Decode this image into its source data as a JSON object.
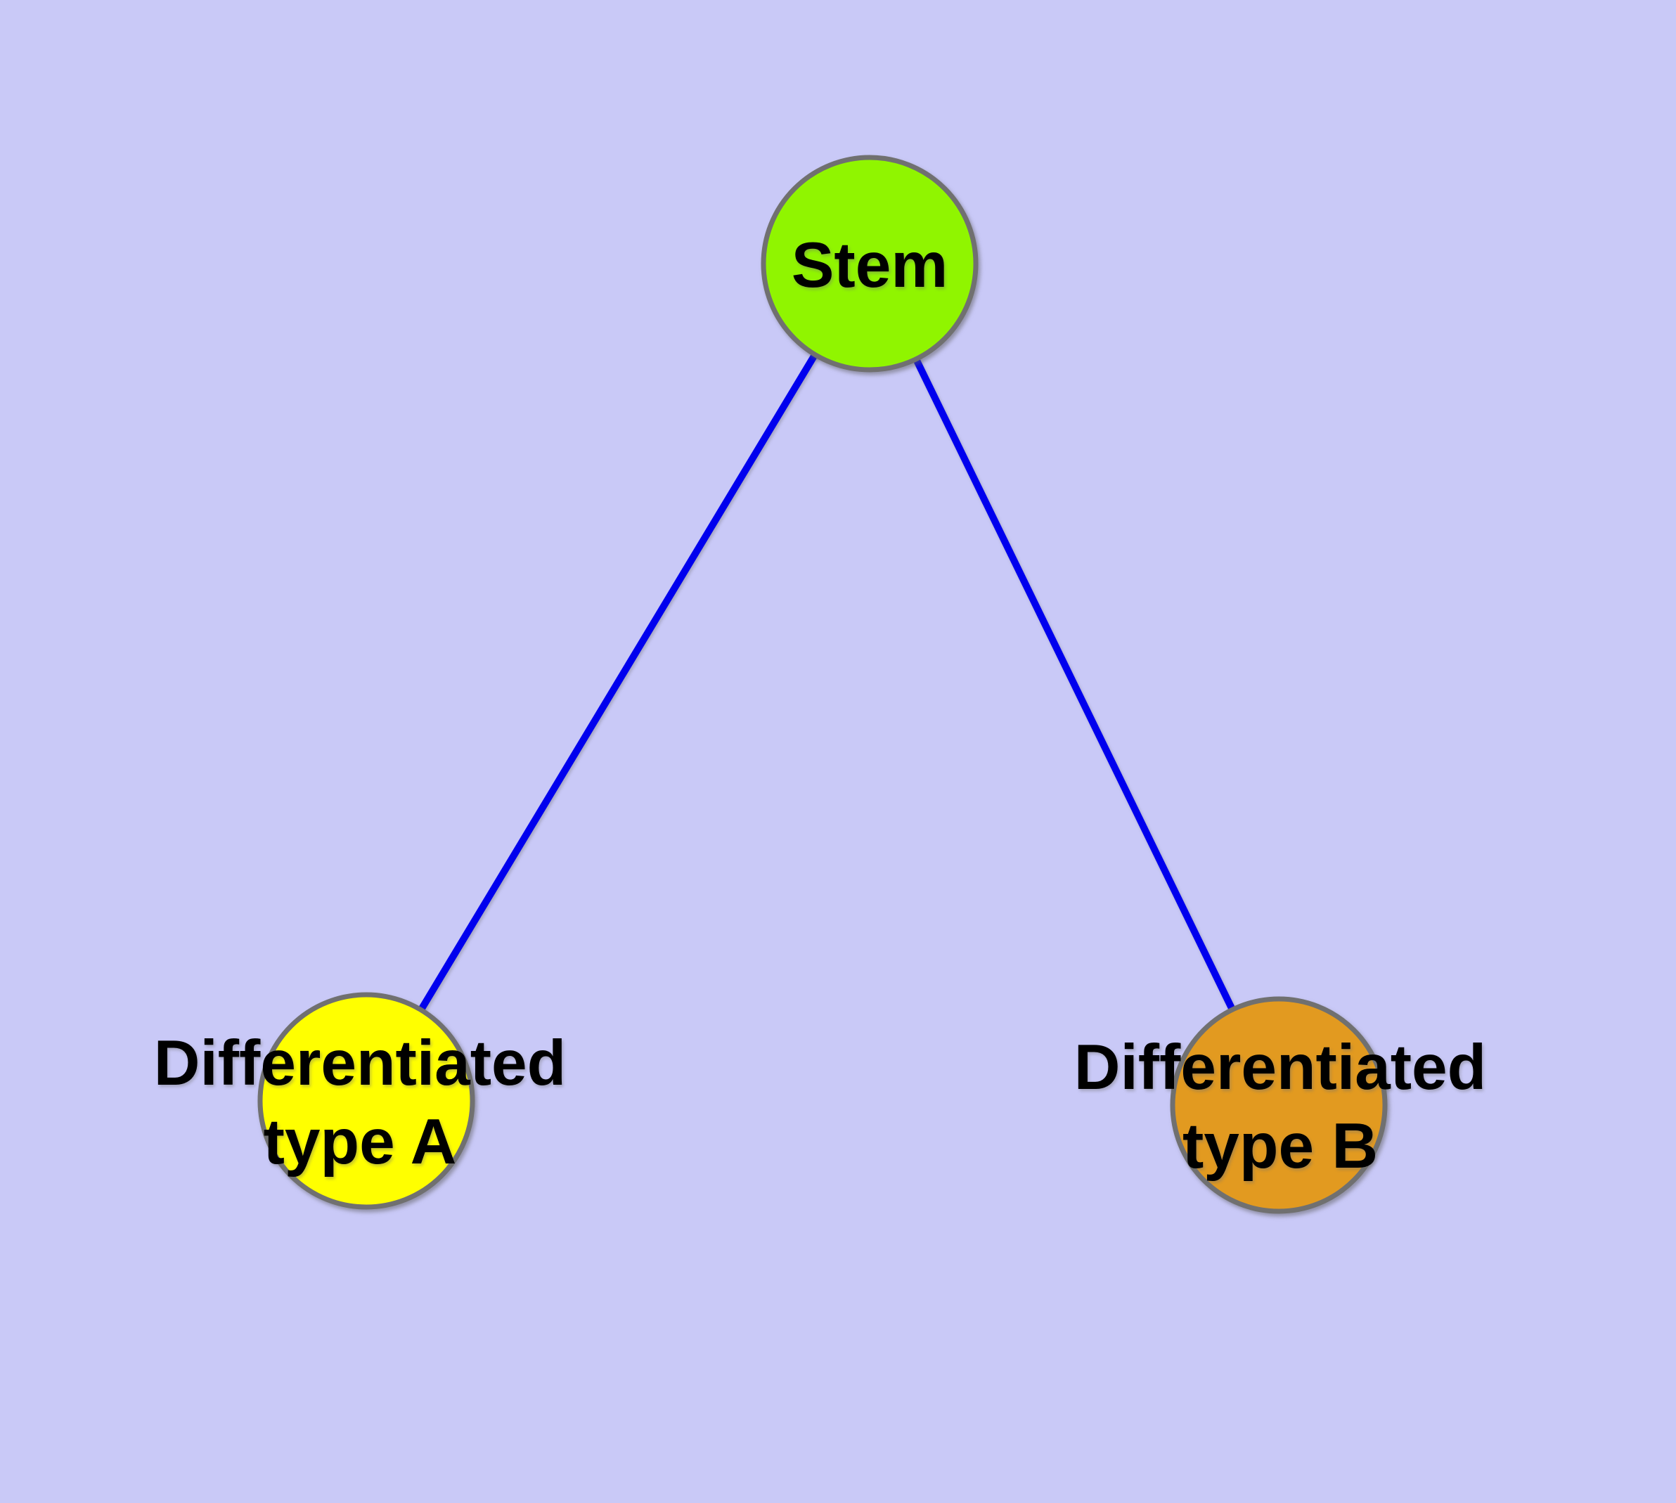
{
  "diagram": {
    "description": "Cell differentiation hierarchy: a Stem node connected to two differentiated cell type nodes",
    "background_color": "#C9C9F7",
    "edge_color": "#0000EE",
    "node_border_color": "#707070",
    "label_color": "#000000",
    "nodes": [
      {
        "id": "stem",
        "label": "Stem",
        "fill": "#90F500"
      },
      {
        "id": "differentiated-type-a",
        "label_line1": "Differentiated",
        "label_line2": "type A",
        "fill": "#FFFF00"
      },
      {
        "id": "differentiated-type-b",
        "label_line1": "Differentiated",
        "label_line2": "type B",
        "fill": "#E29A20"
      }
    ],
    "edges": [
      {
        "from": "Stem",
        "to": "Differentiated type A"
      },
      {
        "from": "Stem",
        "to": "Differentiated type B"
      }
    ]
  }
}
